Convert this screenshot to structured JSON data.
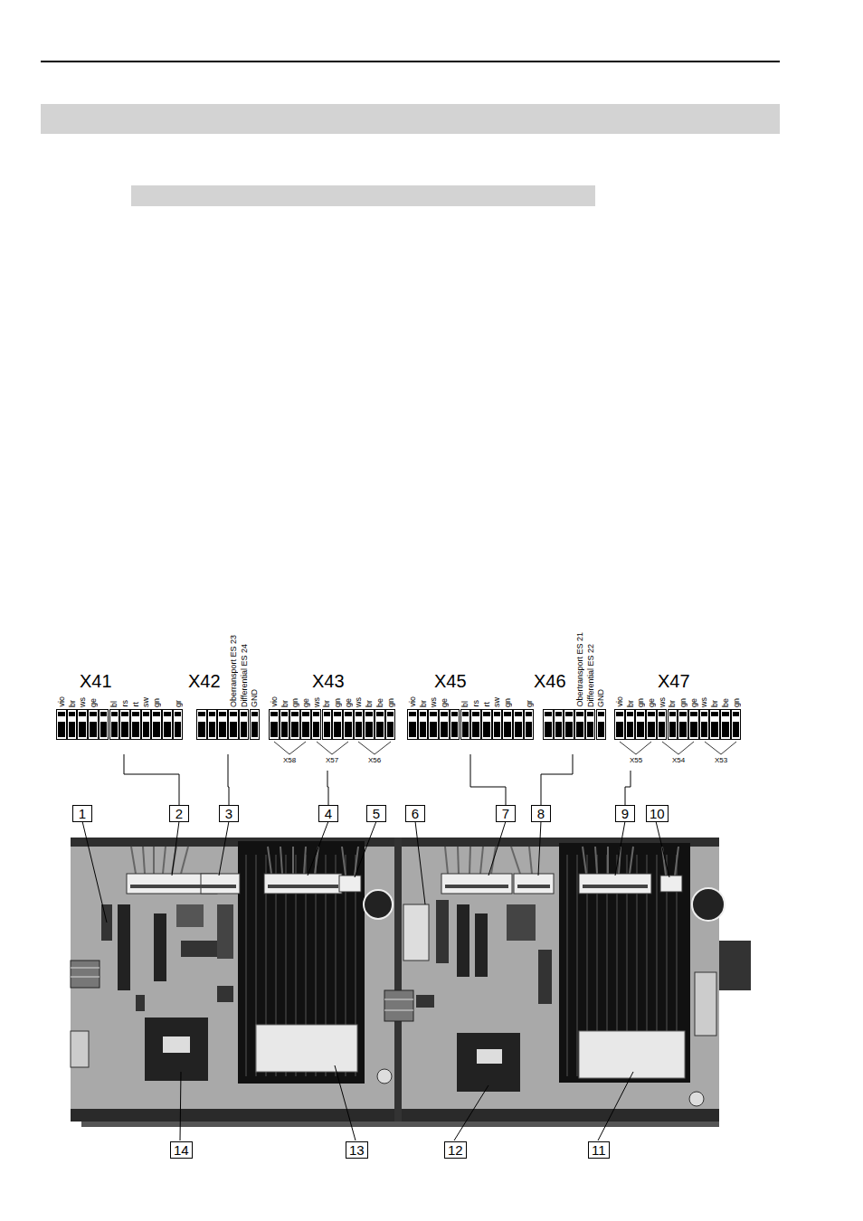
{
  "diagram": {
    "nodes": [
      {
        "text": [
          "X41"
        ]
      },
      {
        "text": [
          "X42"
        ]
      },
      {
        "text": [
          "X43"
        ]
      },
      {
        "text": [
          "X45"
        ]
      },
      {
        "text": [
          "X46"
        ]
      },
      {
        "text": [
          "X47"
        ]
      },
      {
        "text": [
          "1"
        ]
      },
      {
        "text": [
          "2"
        ]
      },
      {
        "text": [
          "3"
        ]
      },
      {
        "text": [
          "4"
        ]
      },
      {
        "text": [
          "5"
        ]
      },
      {
        "text": [
          "6"
        ]
      },
      {
        "text": [
          "7"
        ]
      },
      {
        "text": [
          "8"
        ]
      },
      {
        "text": [
          "9"
        ]
      },
      {
        "text": [
          "10"
        ]
      },
      {
        "text": [
          "14"
        ]
      },
      {
        "text": [
          "13"
        ]
      },
      {
        "text": [
          "12"
        ]
      },
      {
        "text": [
          "11"
        ]
      }
    ],
    "edges": [
      {
        "from": 0,
        "to": 7,
        "arrow": "none"
      },
      {
        "from": 1,
        "to": 8,
        "arrow": "none"
      },
      {
        "from": 2,
        "to": 9,
        "arrow": "none"
      },
      {
        "from": 3,
        "to": 12,
        "arrow": "none"
      },
      {
        "from": 4,
        "to": 13,
        "arrow": "none"
      },
      {
        "from": 5,
        "to": 14,
        "arrow": "none"
      }
    ],
    "labels": [
      "vio",
      "br",
      "ws",
      "ge",
      "bl",
      "rs",
      "rt",
      "sw",
      "gn",
      "gr",
      "Oberransport ES 23",
      "Differential ES 24",
      "GND",
      "vio",
      "br",
      "gn",
      "ge",
      "ws",
      "br",
      "gn",
      "ge",
      "ws",
      "br",
      "be",
      "gn",
      "X58",
      "X57",
      "X56",
      "vio",
      "br",
      "ws",
      "ge",
      "bl",
      "rs",
      "rt",
      "sw",
      "gn",
      "gr",
      "Obertransport ES 21",
      "Differential ES 22",
      "GND",
      "vio",
      "br",
      "gn",
      "ge",
      "ws",
      "br",
      "gn",
      "ge",
      "ws",
      "br",
      "be",
      "gn",
      "X55",
      "X54",
      "X53"
    ]
  }
}
